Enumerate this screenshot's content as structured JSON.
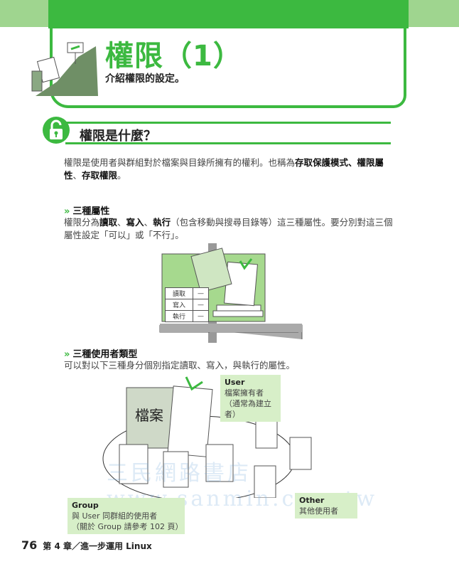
{
  "header": {
    "title": "權限（1）",
    "subtitle": "介紹權限的設定。"
  },
  "section": {
    "heading": "權限是什麼？",
    "icon": "lock-icon"
  },
  "intro": {
    "parts": [
      "權限是使用者與群組對於檔案與目錄所擁有的權利。也稱為",
      "存取保護模式、權限屬性",
      "、",
      "存取權限",
      "。"
    ]
  },
  "attributes": {
    "heading": "三種屬性",
    "parts": [
      "權限分為",
      "讀取",
      "、",
      "寫入",
      "、",
      "執行",
      "（包含移動與搜尋目錄等）這三種屬性。要分別對這三個屬性設定「可以」或「不行」。"
    ],
    "figure": {
      "rows": [
        "讀取",
        "寫入",
        "執行"
      ],
      "values": [
        "—",
        "—",
        "—"
      ]
    }
  },
  "user_types": {
    "heading": "三種使用者類型",
    "text": "可以對以下三種身分個別指定讀取、寫入，與執行的屬性。",
    "file_label": "檔案",
    "user": {
      "title": "User",
      "line1": "檔案擁有者",
      "line2": "（通常為建立者）"
    },
    "group": {
      "title": "Group",
      "line1": "與 User 同群組的使用者",
      "line2": "（關於 Group 請參考 102 頁）"
    },
    "other": {
      "title": "Other",
      "line1": "其他使用者"
    }
  },
  "watermark": "三民網路書店 www.sanmin.com.tw",
  "footer": {
    "page": "76",
    "chapter": "第 4 章／進一步運用 Linux"
  },
  "colors": {
    "accent": "#3cb940",
    "label_bg": "#d7efc8"
  }
}
